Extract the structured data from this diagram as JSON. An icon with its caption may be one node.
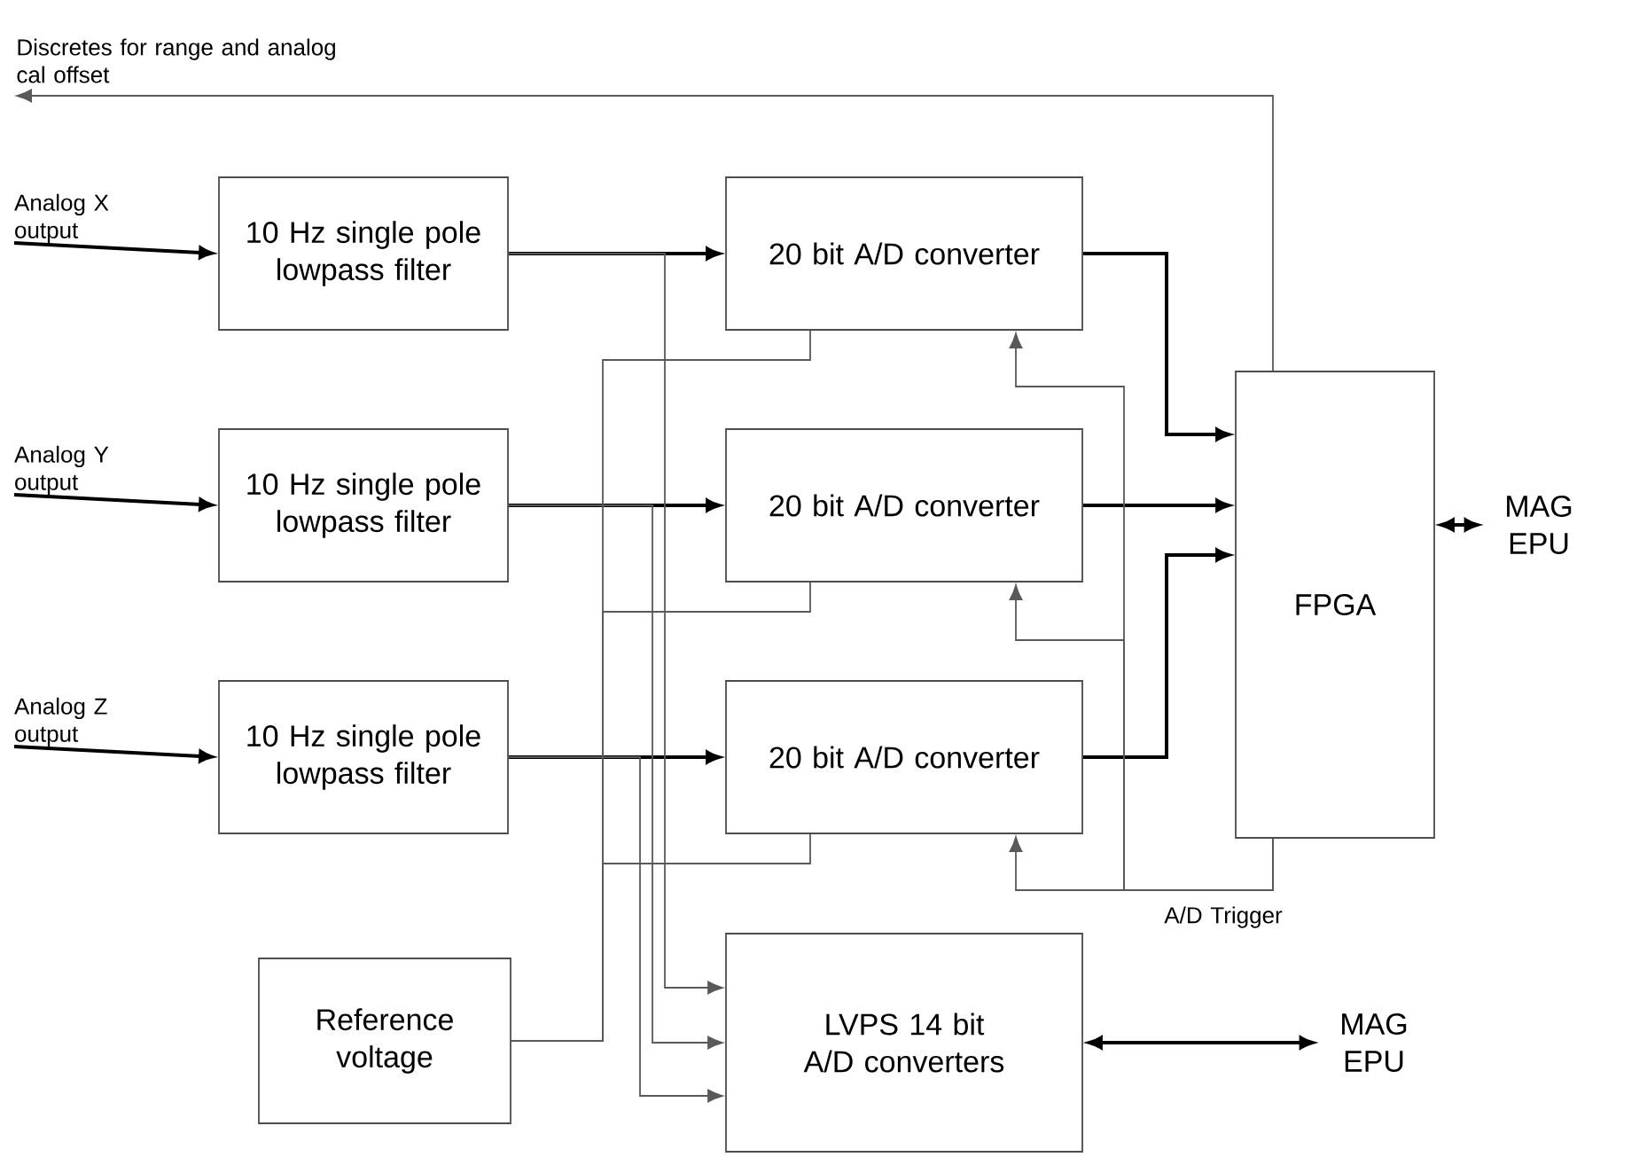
{
  "diagram": {
    "nodes": [
      {
        "text": [
          "Analog X output"
        ]
      },
      {
        "text": [
          "10 Hz single pole lowpass filter"
        ]
      },
      {
        "text": [
          "Analog Y output"
        ]
      },
      {
        "text": [
          "10 Hz single pole lowpass filter"
        ]
      },
      {
        "text": [
          "Analog Z output"
        ]
      },
      {
        "text": [
          "10 Hz single pole lowpass filter"
        ]
      },
      {
        "text": [
          "20 bit A/D converter"
        ]
      },
      {
        "text": [
          "20 bit A/D converter"
        ]
      },
      {
        "text": [
          "20 bit A/D converter"
        ]
      },
      {
        "text": [
          "FPGA"
        ]
      },
      {
        "text": [
          "MAG EPU"
        ]
      },
      {
        "text": [
          "Reference voltage"
        ]
      },
      {
        "text": [
          "LVPS 14 bit A/D converters"
        ]
      },
      {
        "text": [
          "MAG EPU"
        ]
      }
    ],
    "edges": [
      {
        "from": 0,
        "to": 1,
        "arrow": "to"
      },
      {
        "from": 2,
        "to": 3,
        "arrow": "to"
      },
      {
        "from": 4,
        "to": 5,
        "arrow": "to"
      },
      {
        "from": 1,
        "to": 6,
        "arrow": "to"
      },
      {
        "from": 3,
        "to": 7,
        "arrow": "to"
      },
      {
        "from": 5,
        "to": 8,
        "arrow": "to"
      },
      {
        "from": 6,
        "to": 9,
        "arrow": "to"
      },
      {
        "from": 7,
        "to": 9,
        "arrow": "to"
      },
      {
        "from": 8,
        "to": 9,
        "arrow": "to"
      },
      {
        "from": 9,
        "to": 10,
        "arrow": "both"
      },
      {
        "from": 1,
        "to": 12,
        "arrow": "to",
        "color": "#595959"
      },
      {
        "from": 3,
        "to": 12,
        "arrow": "to",
        "color": "#595959"
      },
      {
        "from": 5,
        "to": 12,
        "arrow": "to",
        "color": "#595959"
      },
      {
        "from": 11,
        "to": 6,
        "arrow": "none",
        "color": "#595959"
      },
      {
        "from": 11,
        "to": 7,
        "arrow": "none",
        "color": "#595959"
      },
      {
        "from": 11,
        "to": 8,
        "arrow": "none",
        "color": "#595959"
      },
      {
        "from": 9,
        "to": 6,
        "arrow": "to",
        "color": "#595959"
      },
      {
        "from": 9,
        "to": 7,
        "arrow": "to",
        "color": "#595959"
      },
      {
        "from": 9,
        "to": 8,
        "arrow": "to",
        "color": "#595959",
        "label": "A/D Trigger"
      },
      {
        "from": 12,
        "to": 13,
        "arrow": "both"
      },
      {
        "from": 9,
        "to": null,
        "arrow": "to",
        "color": "#595959",
        "label": "Discretes for range and analog cal offset"
      }
    ]
  }
}
